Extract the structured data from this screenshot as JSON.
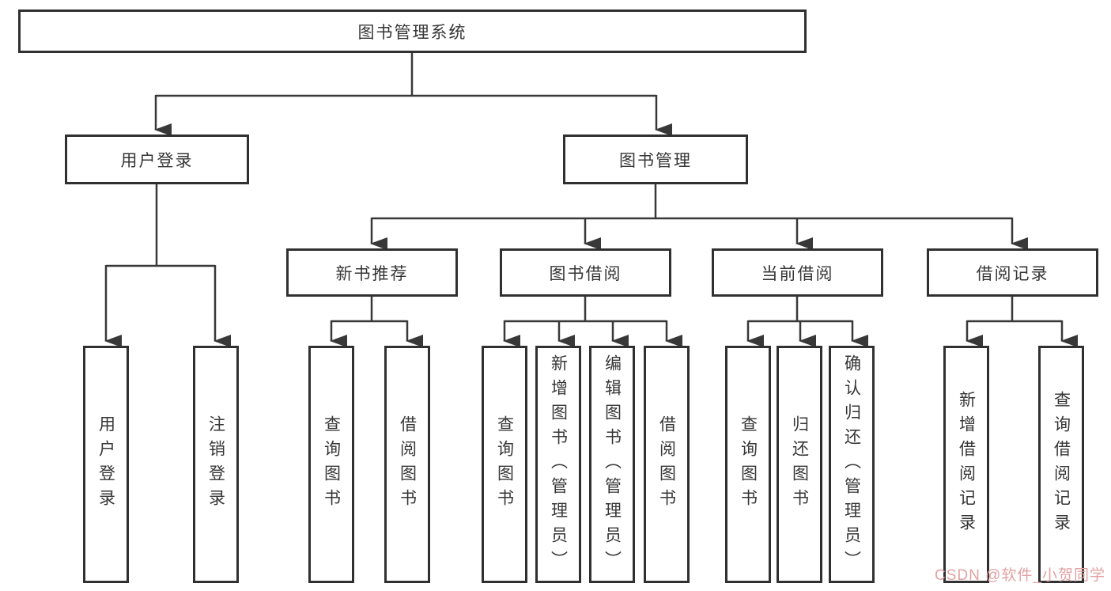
{
  "tree": {
    "root": {
      "label": "图书管理系统",
      "children": [
        {
          "label": "用户登录",
          "children": [
            {
              "label": "用户登录"
            },
            {
              "label": "注销登录"
            }
          ]
        },
        {
          "label": "图书管理",
          "children": [
            {
              "label": "新书推荐",
              "children": [
                {
                  "label": "查询图书"
                },
                {
                  "label": "借阅图书"
                }
              ]
            },
            {
              "label": "图书借阅",
              "children": [
                {
                  "label": "查询图书"
                },
                {
                  "label": "新增图书（管理员）"
                },
                {
                  "label": "编辑图书（管理员）"
                },
                {
                  "label": "借阅图书"
                }
              ]
            },
            {
              "label": "当前借阅",
              "children": [
                {
                  "label": "查询图书"
                },
                {
                  "label": "归还图书"
                },
                {
                  "label": "确认归还（管理员）"
                }
              ]
            },
            {
              "label": "借阅记录",
              "children": [
                {
                  "label": "新增借阅记录"
                },
                {
                  "label": "查询借阅记录"
                }
              ]
            }
          ]
        }
      ]
    }
  },
  "watermark": {
    "text": "CSDN @软件_小贺同学"
  },
  "colors": {
    "line": "#383838",
    "box_border": "#303030",
    "text": "#363636",
    "watermark": "#e2a2a2",
    "background": "#ffffff"
  }
}
